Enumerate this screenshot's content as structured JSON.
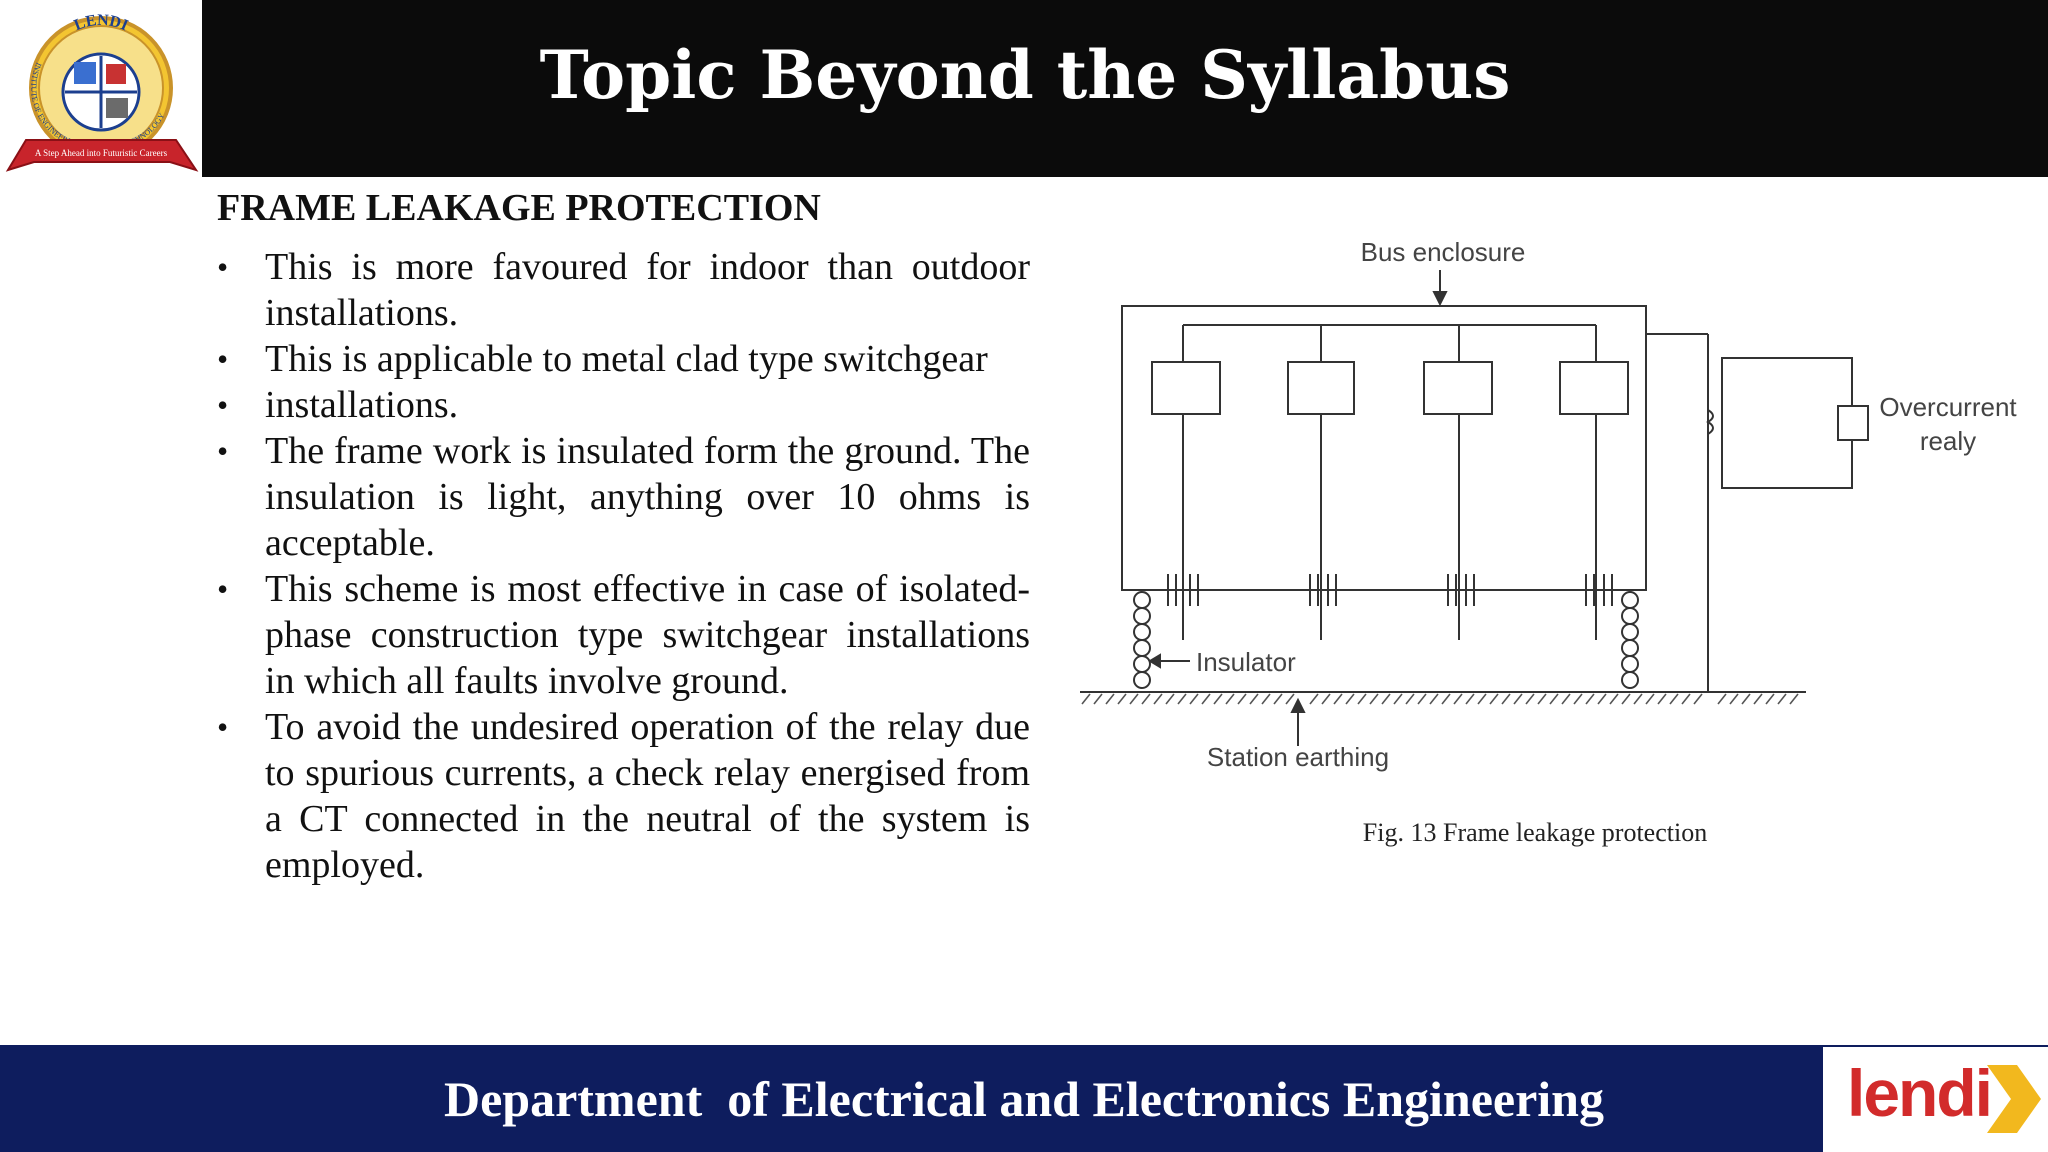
{
  "header": {
    "title": "Topic Beyond the Syllabus",
    "logo": {
      "arc_text": "LENDI",
      "ring_text_left": "INSTITUTE OF ENGINEERING",
      "ring_text_right": "& TECHNOLOGY",
      "ribbon_text": "A Step Ahead into Futuristic Careers"
    }
  },
  "content": {
    "heading": "FRAME LEAKAGE PROTECTION",
    "bullets": [
      "This is more favoured for indoor than outdoor installations.",
      "This is applicable to metal clad type switchgear",
      "installations.",
      "The frame work is insulated form the ground. The insulation is light, anything over 10 ohms is acceptable.",
      "This scheme is most effective in case of isolated-phase construction type switchgear installations in which all faults involve ground.",
      "To avoid the undesired operation of the relay due to spurious currents, a check relay energised from a CT connected in the neutral of the system is employed."
    ]
  },
  "figure": {
    "labels": {
      "bus_enclosure": "Bus enclosure",
      "overcurrent": "Overcurrent",
      "relay": "realy",
      "insulator": "Insulator",
      "station_earthing": "Station earthing"
    },
    "caption": "Fig. 13 Frame leakage protection"
  },
  "footer": {
    "department": "Department  of Electrical and Electronics Engineering",
    "brand": "lendi"
  },
  "colors": {
    "header_bar": "#0b0b0b",
    "footer_bar": "#0e1d5e",
    "brand_red": "#d22b2b",
    "arrow_yellow": "#f2b81e"
  }
}
